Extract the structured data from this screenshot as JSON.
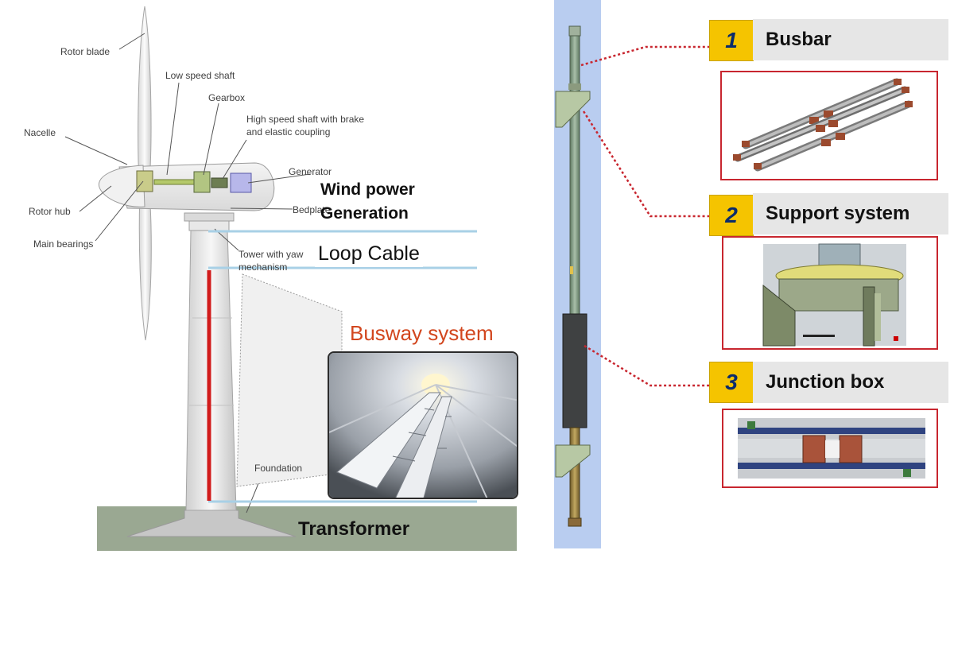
{
  "turbine_labels": {
    "rotor_blade": "Rotor blade",
    "low_speed_shaft": "Low speed shaft",
    "gearbox": "Gearbox",
    "high_speed_shaft_1": "High speed shaft with brake",
    "high_speed_shaft_2": "and elastic coupling",
    "nacelle": "Nacelle",
    "generator": "Generator",
    "rotor_hub": "Rotor hub",
    "bedplate": "Bedplate",
    "main_bearings": "Main bearings",
    "tower_1": "Tower with yaw",
    "tower_2": "mechanism",
    "foundation": "Foundation"
  },
  "overlay_labels": {
    "wind_power_1": "Wind power",
    "wind_power_2": "Generation",
    "loop_cable": "Loop Cable",
    "busway_system": "Busway system",
    "transformer": "Transformer"
  },
  "components": [
    {
      "number": "1",
      "title": "Busbar"
    },
    {
      "number": "2",
      "title": "Support system"
    },
    {
      "number": "3",
      "title": "Junction box"
    }
  ],
  "colors": {
    "accent_yellow": "#f5c400",
    "number_blue": "#0b2c6b",
    "callout_red": "#c8262f",
    "busway_orange": "#d2461e",
    "level_line_blue": "#a8d0e6",
    "tower_panel_blue": "#b9cdf0"
  }
}
